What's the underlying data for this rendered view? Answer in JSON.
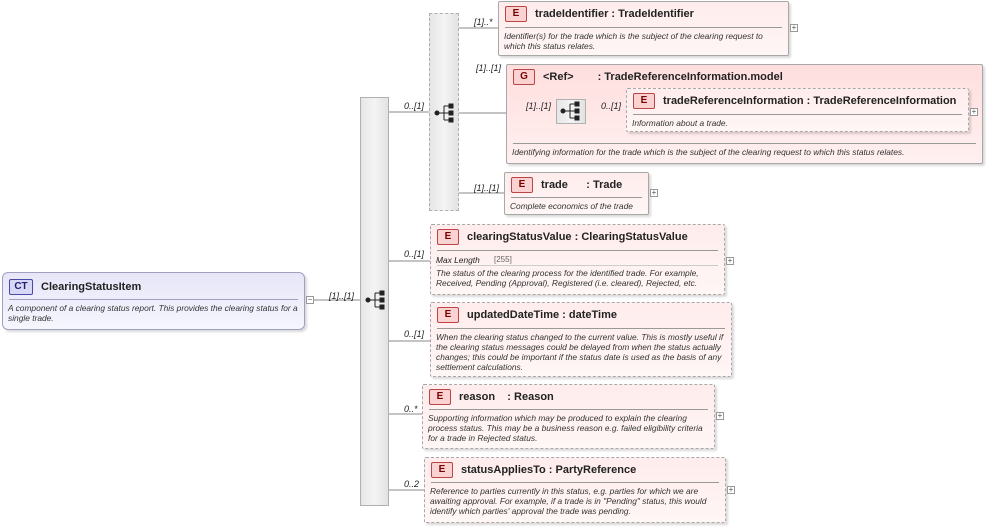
{
  "root": {
    "badge": "CT",
    "name": "ClearingStatusItem",
    "description": "A component of a clearing status report. This provides the clearing status for a single trade.",
    "sequence_multiplicity": "[1]..[1]"
  },
  "elements": {
    "choice_multiplicity": "0..[1]",
    "tradeIdentifier": {
      "badge": "E",
      "title": "tradeIdentifier : TradeIdentifier",
      "multiplicity": "[1]..*",
      "description": "Identifier(s) for the trade which is the subject of the clearing request to which this status relates."
    },
    "ref_group": {
      "badge": "G",
      "title_ref": "<Ref>",
      "title_type": ": TradeReferenceInformation.model",
      "multiplicity": "[1]..[1]",
      "inner_multiplicity": "[1]..[1]",
      "description": "Identifying information for the trade which is the subject of the clearing request to which this status relates.",
      "tradeReferenceInformation": {
        "badge": "E",
        "title": "tradeReferenceInformation : TradeReferenceInformation",
        "multiplicity": "0..[1]",
        "description": "Information about a trade."
      }
    },
    "trade": {
      "badge": "E",
      "title": "trade      : Trade",
      "multiplicity": "[1]..[1]",
      "description": "Complete economics of the trade"
    },
    "clearingStatusValue": {
      "badge": "E",
      "title": "clearingStatusValue : ClearingStatusValue",
      "multiplicity": "0..[1]",
      "facet_key": "Max Length",
      "facet_value": "[255]",
      "description": "The status of the clearing process for the identified trade. For example, Received, Pending (Approval), Registered (i.e. cleared), Rejected, etc."
    },
    "updatedDateTime": {
      "badge": "E",
      "title": "updatedDateTime : dateTime",
      "multiplicity": "0..[1]",
      "description": "When the clearing status changed to the current value. This is mostly useful if the clearing status messages could be delayed from when the status actually changes; this could be important if the status date is used as the basis of any settlement calculations."
    },
    "reason": {
      "badge": "E",
      "title": "reason    : Reason",
      "multiplicity": "0..*",
      "description": "Supporting information which may be produced to explain the clearing process status. This may be a business reason e.g. failed eligibility criteria for a trade in Rejected status."
    },
    "statusAppliesTo": {
      "badge": "E",
      "title": "statusAppliesTo : PartyReference",
      "multiplicity": "0..2",
      "description": "Reference to parties currently in this status, e.g. parties for which we are awaiting approval. For example, if a trade is in \"Pending\" status, this would identify which parties' approval the trade was pending."
    }
  },
  "expand_symbol": "+",
  "collapse_symbol": "−",
  "colors": {
    "element_border": "#a8a8a8",
    "element_bg": "#ffecec",
    "badge_bg": "#fbd2d2",
    "ct_bg": "#e6e6f8"
  }
}
